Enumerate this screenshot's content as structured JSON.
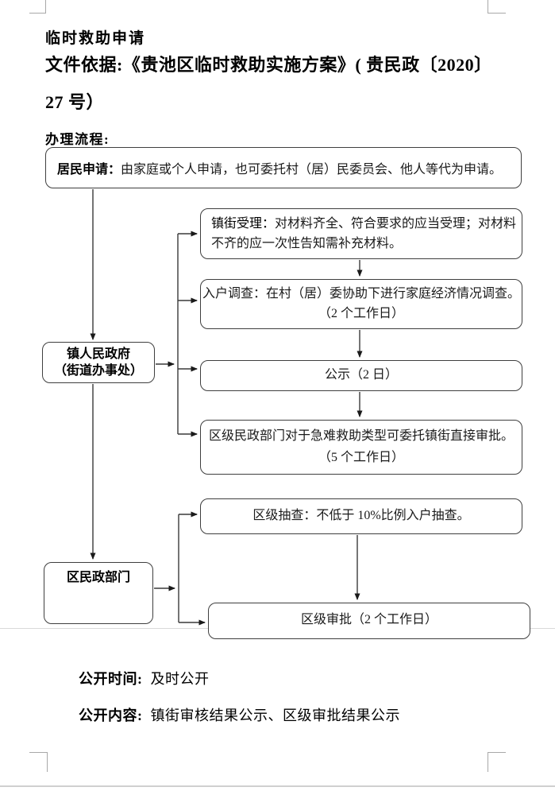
{
  "header": {
    "title": "临时救助申请",
    "basis_label": "文件依据:",
    "basis_text_line1": "《贵池区临时救助实施方案》( 贵民政〔2020〕",
    "basis_text_line2": "27 号）",
    "process_label": "办理流程:"
  },
  "flowchart": {
    "resident_application": {
      "bold": "居民申请：",
      "text": "由家庭或个人申请，也可委托村（居）民委员会、他人等代为申请。"
    },
    "town_government": {
      "line1": "镇人民政府",
      "line2": "（街道办事处）"
    },
    "town_acceptance": {
      "bold": "镇街受理：",
      "line1_rest": "对材料齐全、符合要求的应当受理；对材料",
      "line2": "不齐的应一次性告知需补充材料。"
    },
    "household_survey": {
      "bold": "入户调查：",
      "line1_rest": "在村（居）委协助下进行家庭经济情况调查。",
      "line2": "（2 个工作日）"
    },
    "publicity": {
      "text": "公示（2 日）"
    },
    "delegated_approval": {
      "line1": "区级民政部门对于急难救助类型可委托镇街直接审批。",
      "line2": "（5 个工作日）"
    },
    "district_civil_affairs": {
      "text": "区民政部门"
    },
    "district_sampling": {
      "bold": "区级抽查：",
      "rest": "不低于 10%比例入户抽查。"
    },
    "district_approval": {
      "text": "区级审批（2 个工作日）"
    }
  },
  "footer": {
    "publicity_time_label": "公开时间:",
    "publicity_time_value": "及时公开",
    "publicity_content_label": "公开内容:",
    "publicity_content_value": "镇街审核结果公示、区级审批结果公示"
  },
  "colors": {
    "box_border": "#3f3f3f",
    "connector": "#3a3a3a",
    "crop_mark": "#a8a8a8",
    "faint_rule": "#d9d9d9"
  }
}
